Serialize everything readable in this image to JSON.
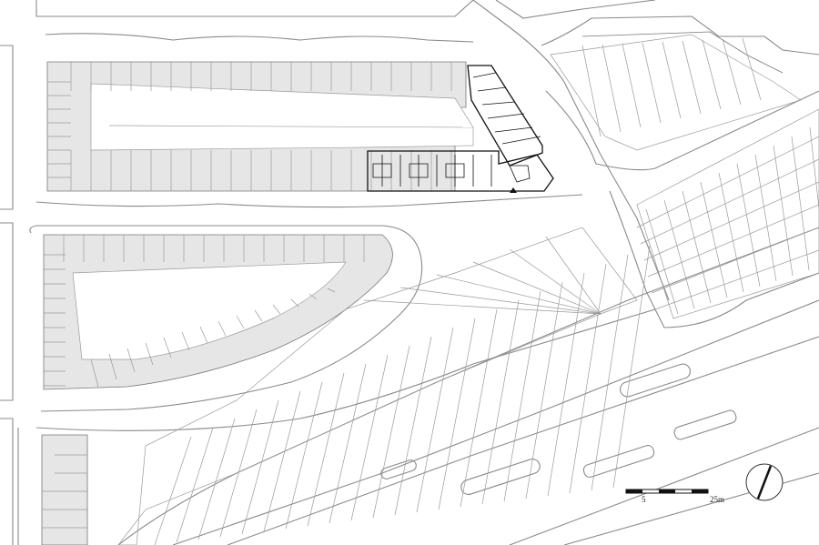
{
  "map": {
    "type": "site plan",
    "highlight_color": "#111111",
    "block_fill": "#e6e6e6",
    "line_color": "#8a8a8a"
  },
  "scale_bar": {
    "label_small": "5",
    "label_large": "25m"
  },
  "north_arrow": {
    "icon": "north-arrow-icon"
  }
}
